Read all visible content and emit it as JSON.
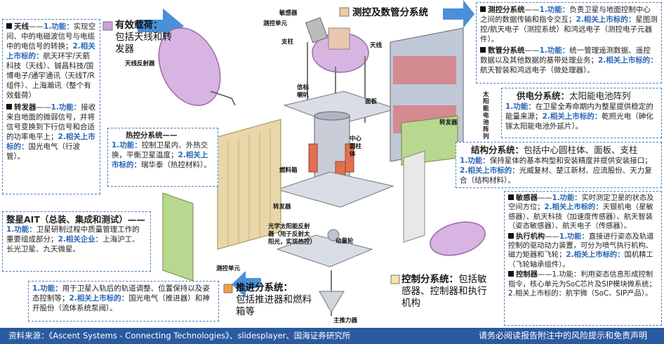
{
  "antenna_box": {
    "title": "天线",
    "dash": "——",
    "func_label": "1.功能：",
    "func_text": "实现空间、中的电磁波信号与电缆中的电信号的转换；",
    "listed_label": "2.相关上市标的：",
    "listed_text": "航天环宇/天箭科技（天线）、铖昌科技/国博电子/通宇通讯（天线T/R组件）、上海瀚讯（整个有效载荷）",
    "item2_title": "转发器",
    "item2_func_text": "接收来自地面的微弱信号，并将信号变换到下行信号和合适的功率电平上；",
    "item2_listed_text": "国光电气（行波管）。"
  },
  "payload": {
    "header": "有效载荷：",
    "sub": "包括天线和转发器"
  },
  "thermal": {
    "header": "热控分系统——",
    "func_label": "1.功能：",
    "func_text": "控制卫星内、外热交换，平衡卫星温度；",
    "listed_label": "2.相关上市标的：",
    "listed_text": "瑞华泰（热控材料）。"
  },
  "ait": {
    "title": "整星AIT（总装、集成和测试）——",
    "func_label": "1.功能：",
    "func_text": "卫星研制过程中质量管理工作的重要组成部分；",
    "listed_label": "2.相关企业：",
    "listed_text": "上海沪工、长光卫星、九天微星。"
  },
  "propulsion": {
    "header": "推进分系统：",
    "sub": "包括推进器和燃料箱等",
    "func_label": "1.功能：",
    "func_text": "用于卫星入轨后的轨道调整、位置保持以及姿态控制等；",
    "listed_label": "2.相关上市标的：",
    "listed_text": "国光电气（推进器）和神开股份（流体系统泵阀）。"
  },
  "ttc": {
    "header": "测控及数管分系统",
    "item1_title": "测控分系统",
    "item1_func_text": "负责卫星与地面控制中心之间的数据传输和指令交互；",
    "item1_listed_text": "星图测控/航天电子（测控系统）和鸿远电子（测控电子元器件）。",
    "item2_title": "数管分系统",
    "item2_func_text": "统一管理遥测数据、遥控数据以及其他数据的基带处理业务；",
    "item2_listed_text": "航天智装和鸿远电子（微处理器）。",
    "dash": "——",
    "func_label": "1.功能：",
    "listed_label": "2.相关上市标的："
  },
  "power": {
    "header": "供电分系统：",
    "header_rest": "太阳能电池阵列",
    "func_label": "1.功能：",
    "func_text": "在卫星全寿命期内为整星提供稳定的能量来源；",
    "listed_label": "2.相关上市标的：",
    "listed_text": "乾照光电（砷化镓太阳能电池外延片）。"
  },
  "structure": {
    "header": "结构分系统：",
    "header_rest": "包括中心圆柱体、面板、支柱",
    "func_label": "1.功能：",
    "func_text": "保持星体的基本构型和安装精度并提供安装接口；",
    "listed_label": "2.相关上市标的：",
    "listed_text": "光威复材、楚江新材、应流股份、天力复合（结构材料）。"
  },
  "control_box": {
    "item1_title": "敏感器",
    "item1_func_text": "实时测定卫星的状态及空间方位；",
    "item1_listed_text": "天银机电（星敏感器）、航天科技（加速度传感器）、航天智装（姿态敏感器）、航天电子（传感器）。",
    "item2_title": "执行机构",
    "item2_func_text": "直接进行姿态及轨道控制的驱动动力装置，可分为喷气执行机构、磁力矩器和飞轮；",
    "item2_listed_text": "国机精工（飞轮轴承组件）。",
    "item3_title": "控制器",
    "item3_func_text": "利用姿态信息形成控制指令，核心单元为SoC芯片及SIP模块微系统；",
    "item3_listed_text": "航宇微（SoC、SIP产品）。",
    "dash": "——",
    "func_label": "1.功能：",
    "listed_label": "2.相关上市标的："
  },
  "control": {
    "header": "控制分系统：",
    "sub": "包括敏感器、控制器和执行机构"
  },
  "labels": {
    "sensor": "敏感器",
    "ttc_unit": "测控单元",
    "antenna": "天线",
    "pillar": "支柱",
    "antenna_reflector": "天线反射器",
    "beacon": "信标喇叭",
    "panel": "面板",
    "center_cylinder": "中心圆柱体",
    "solar_array": "太阳能电池阵列",
    "transponder": "转发器",
    "fuel_tank": "燃料箱",
    "optical_reflector": "光学太阳能反射器（用于反射太阳光，实现热控）",
    "momentum_wheel": "动量轮",
    "main_thruster": "主推力器"
  },
  "footer": {
    "source": "资料来源：《Ascent Systems - Connecting Technologies》、slidesplayer、国海证券研究所",
    "disclaimer": "请务必阅读报告附注中的风险提示和免责声明"
  },
  "colors": {
    "accent_blue": "#2a67b8",
    "box_border": "#4a7fc0",
    "footer_bg": "#2a5aa0",
    "payload_chip": "#c9a0dc",
    "thermal_chip": "#e8c070",
    "ttc_chip": "#f0c8a0",
    "power_chip": "#7ab648",
    "structure_chip": "#b8c8e0",
    "propulsion_chip": "#f0a040",
    "control_chip": "#f5e6a0"
  }
}
